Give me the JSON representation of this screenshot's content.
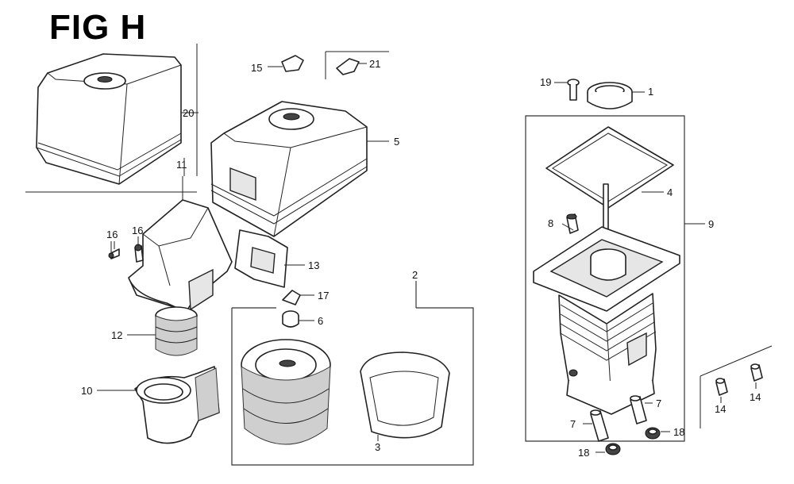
{
  "figure": {
    "title": "FIG H"
  },
  "callouts": [
    {
      "id": "c20",
      "label": "20"
    },
    {
      "id": "c15",
      "label": "15"
    },
    {
      "id": "c21",
      "label": "21"
    },
    {
      "id": "c5",
      "label": "5"
    },
    {
      "id": "c11",
      "label": "11"
    },
    {
      "id": "c16a",
      "label": "16"
    },
    {
      "id": "c16b",
      "label": "16"
    },
    {
      "id": "c13",
      "label": "13"
    },
    {
      "id": "c17",
      "label": "17"
    },
    {
      "id": "c6",
      "label": "6"
    },
    {
      "id": "c2",
      "label": "2"
    },
    {
      "id": "c12",
      "label": "12"
    },
    {
      "id": "c10",
      "label": "10"
    },
    {
      "id": "c3",
      "label": "3"
    },
    {
      "id": "c19",
      "label": "19"
    },
    {
      "id": "c1",
      "label": "1"
    },
    {
      "id": "c4",
      "label": "4"
    },
    {
      "id": "c8",
      "label": "8"
    },
    {
      "id": "c9",
      "label": "9"
    },
    {
      "id": "c7a",
      "label": "7"
    },
    {
      "id": "c7b",
      "label": "7"
    },
    {
      "id": "c18a",
      "label": "18"
    },
    {
      "id": "c18b",
      "label": "18"
    },
    {
      "id": "c14a",
      "label": "14"
    },
    {
      "id": "c14b",
      "label": "14"
    }
  ]
}
